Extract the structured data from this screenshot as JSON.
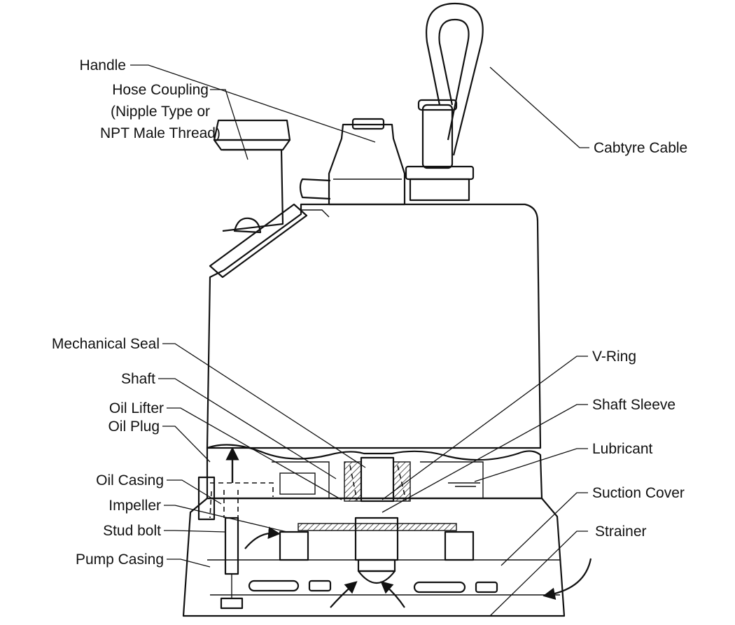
{
  "labels": {
    "handle": "Handle",
    "hose_coupling": "Hose Coupling",
    "hose_coupling_note_1": "(Nipple Type or",
    "hose_coupling_note_2": "NPT Male Thread)",
    "cabtyre_cable": "Cabtyre Cable",
    "mechanical_seal": "Mechanical Seal",
    "shaft": "Shaft",
    "oil_lifter": "Oil Lifter",
    "oil_plug": "Oil Plug",
    "oil_casing": "Oil Casing",
    "impeller": "Impeller",
    "stud_bolt": "Stud bolt",
    "pump_casing": "Pump Casing",
    "v_ring": "V-Ring",
    "shaft_sleeve": "Shaft Sleeve",
    "lubricant": "Lubricant",
    "suction_cover": "Suction Cover",
    "strainer": "Strainer"
  }
}
